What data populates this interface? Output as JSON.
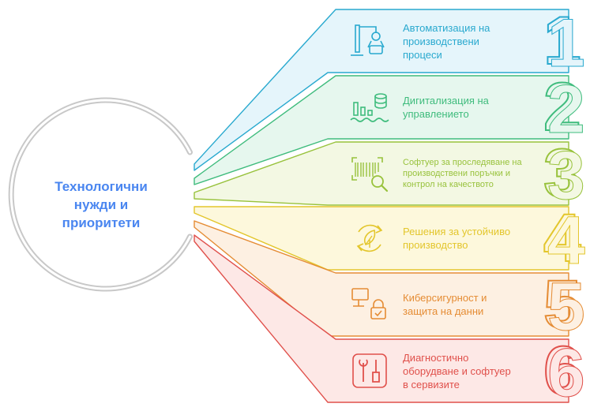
{
  "center": {
    "lines": [
      "Технологични",
      "нужди и",
      "приоритети"
    ],
    "color": "#4a86f0"
  },
  "items": [
    {
      "number": "1",
      "lines": [
        "Автоматизация на",
        "производствени",
        "процеси"
      ],
      "color": "#29a9cf",
      "fill": "#e5f5fb",
      "icon": "robot-arm-icon"
    },
    {
      "number": "2",
      "lines": [
        "Дигитализация на",
        "управлението"
      ],
      "color": "#3fbc7d",
      "fill": "#e6f7ee",
      "icon": "database-chart-icon"
    },
    {
      "number": "3",
      "lines": [
        "Софтуер за проследяване на",
        "производствени поръчки и",
        "контрол на качеството"
      ],
      "color": "#98c23c",
      "fill": "#f3f8e3",
      "icon": "barcode-search-icon"
    },
    {
      "number": "4",
      "lines": [
        "Решения за устойчиво",
        "производство"
      ],
      "color": "#e3c62c",
      "fill": "#fdf8dc",
      "icon": "recycle-leaf-icon"
    },
    {
      "number": "5",
      "lines": [
        "Киберсигурност и",
        "защита на данни"
      ],
      "color": "#e58c34",
      "fill": "#fdf0e2",
      "icon": "computer-lock-icon"
    },
    {
      "number": "6",
      "lines": [
        "Диагностично",
        "оборудване и софтуер",
        "в сервизите"
      ],
      "color": "#e0504b",
      "fill": "#fde8e6",
      "icon": "tools-icon"
    }
  ]
}
